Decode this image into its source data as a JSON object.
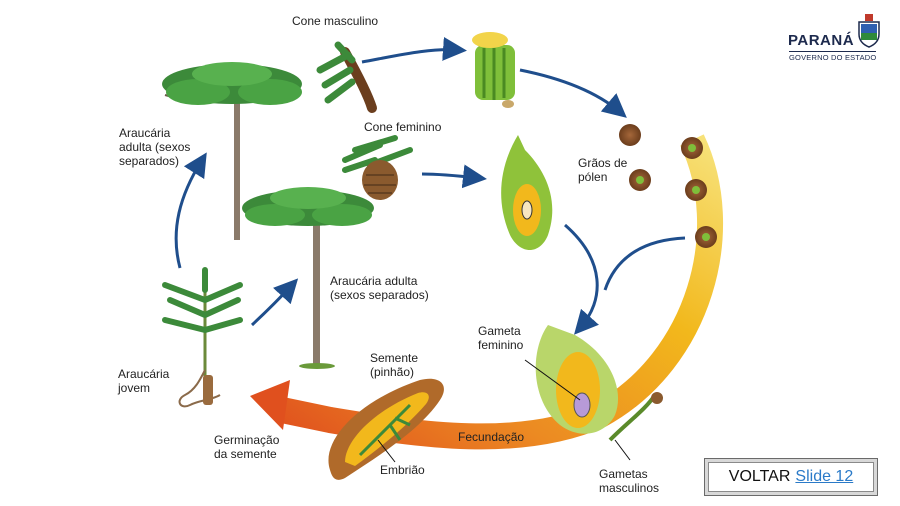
{
  "labels": {
    "cone_masculino": "Cone masculino",
    "cone_feminino": "Cone feminino",
    "graos_polen": "Grãos de\npólen",
    "araucaria_adulta_top": "Araucária\nadulta (sexos\nseparados)",
    "araucaria_adulta_mid": "Araucária adulta\n(sexos separados)",
    "gameta_feminino": "Gameta\nfeminino",
    "semente": "Semente\n(pinhão)",
    "araucaria_jovem": "Araucária\njovem",
    "germinacao": "Germinação\nda semente",
    "fecundacao": "Fecundação",
    "embriao": "Embrião",
    "gametas_masculinos": "Gametas\nmasculinos"
  },
  "logo": {
    "title": "PARANÁ",
    "subtitle": "GOVERNO DO ESTADO"
  },
  "voltar": {
    "text": "VOLTAR",
    "link": "Slide 12"
  },
  "colors": {
    "arrow_blue": "#1f4e8c",
    "cycle_orange": "#e8731f",
    "cycle_yellow": "#f2c21a",
    "foliage": "#3c8a3a",
    "trunk": "#8a7a6a"
  }
}
